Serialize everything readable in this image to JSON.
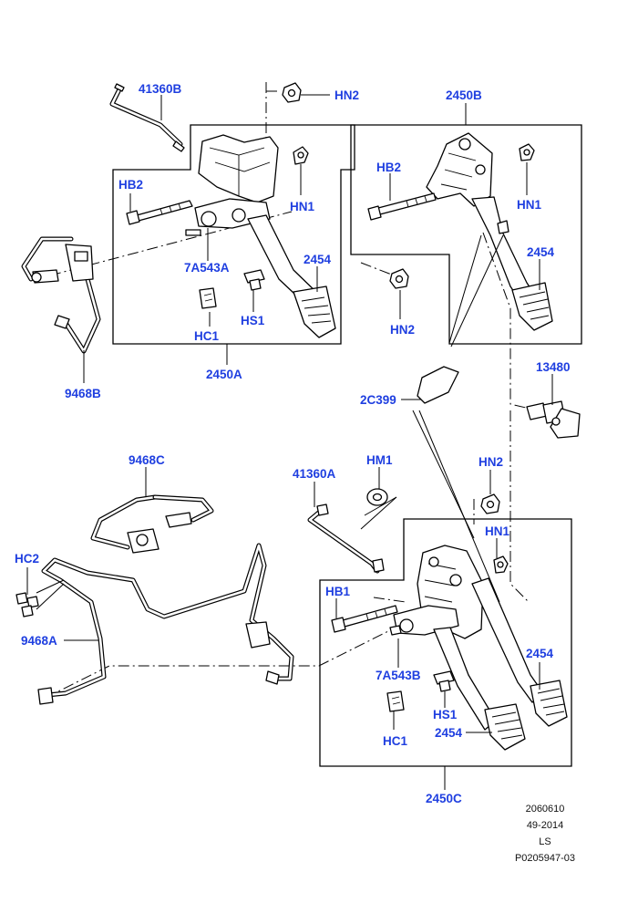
{
  "labels": {
    "hn2_top": "HN2",
    "l41360b": "41360B",
    "hb2_left": "HB2",
    "hn1_left": "HN1",
    "l7a543a": "7A543A",
    "l2454_a": "2454",
    "hs1_top": "HS1",
    "hc1_top": "HC1",
    "l2450a": "2450A",
    "l9468b": "9468B",
    "l2450b": "2450B",
    "hb2_right": "HB2",
    "hn1_right": "HN1",
    "l2454_b": "2454",
    "hn2_mid": "HN2",
    "l13480": "13480",
    "l2c399": "2C399",
    "l9468c": "9468C",
    "hc2": "HC2",
    "l9468a": "9468A",
    "l41360a": "41360A",
    "hm1": "HM1",
    "hn2_low": "HN2",
    "hn1_low": "HN1",
    "hb1": "HB1",
    "l7a543b": "7A543B",
    "l2454_c": "2454",
    "hs1_low": "HS1",
    "l2454_d": "2454",
    "hc1_low": "HC1",
    "l2450c": "2450C"
  },
  "footer": {
    "line1": "2060610",
    "line2": "49-2014",
    "line3": "LS",
    "line4": "P0205947-03"
  },
  "colors": {
    "callout": "#1f3fe0",
    "line": "#000000"
  }
}
